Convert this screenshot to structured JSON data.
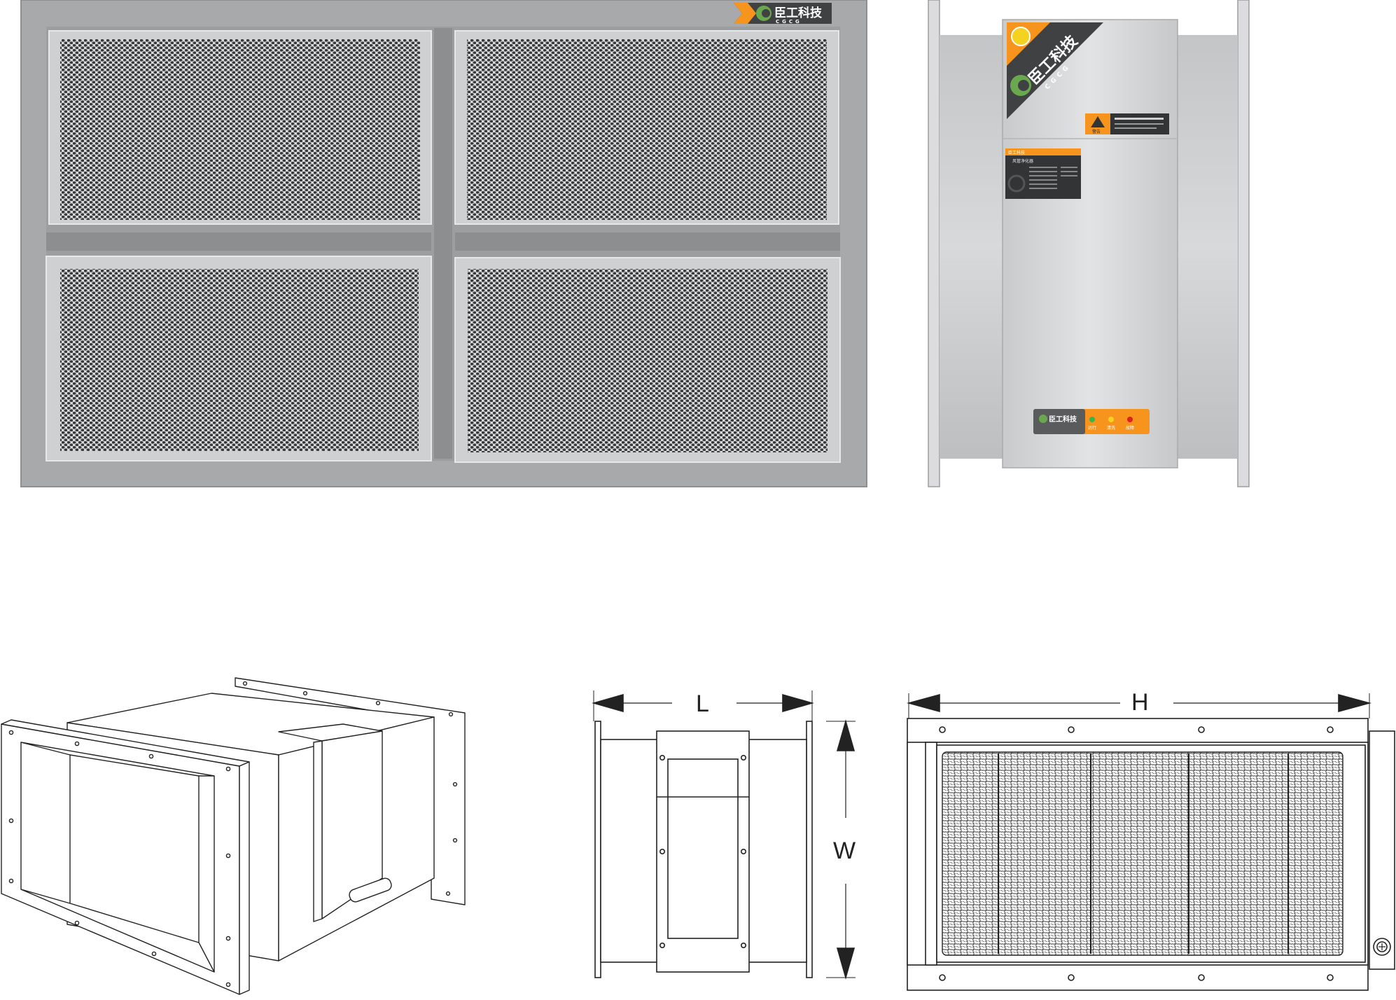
{
  "colors": {
    "housing_gray": "#a8a9ab",
    "panel_light": "#cfd0d2",
    "mesh_dark": "#3a3b3d",
    "body_silver": "#d6d7d9",
    "brand_orange": "#f7941d",
    "brand_dark": "#404142",
    "brand_green": "#6aa84f",
    "led_green": "#3ab54a",
    "led_yellow": "#f4d21f",
    "led_red": "#e02020",
    "line": "#222222"
  },
  "front_view": {
    "logo_text": "臣工科技",
    "logo_sub": "CGCG"
  },
  "side_view": {
    "logo_text": "臣工科技",
    "logo_sub": "CGCG",
    "warning_label": "警告",
    "nameplate_brand": "臣工科技",
    "nameplate_title": "风管净化器",
    "control_logo_text": "臣工科技",
    "indicators": [
      {
        "label": "运行",
        "color": "#3ab54a"
      },
      {
        "label": "清洗",
        "color": "#f4d21f"
      },
      {
        "label": "故障",
        "color": "#e02020"
      }
    ]
  },
  "isometric_view": {
    "icons": [
      "duct-purifier-isometric-icon"
    ]
  },
  "side_drawing": {
    "dimension_length": "L",
    "dimension_width": "W"
  },
  "front_drawing": {
    "dimension_height": "H"
  }
}
